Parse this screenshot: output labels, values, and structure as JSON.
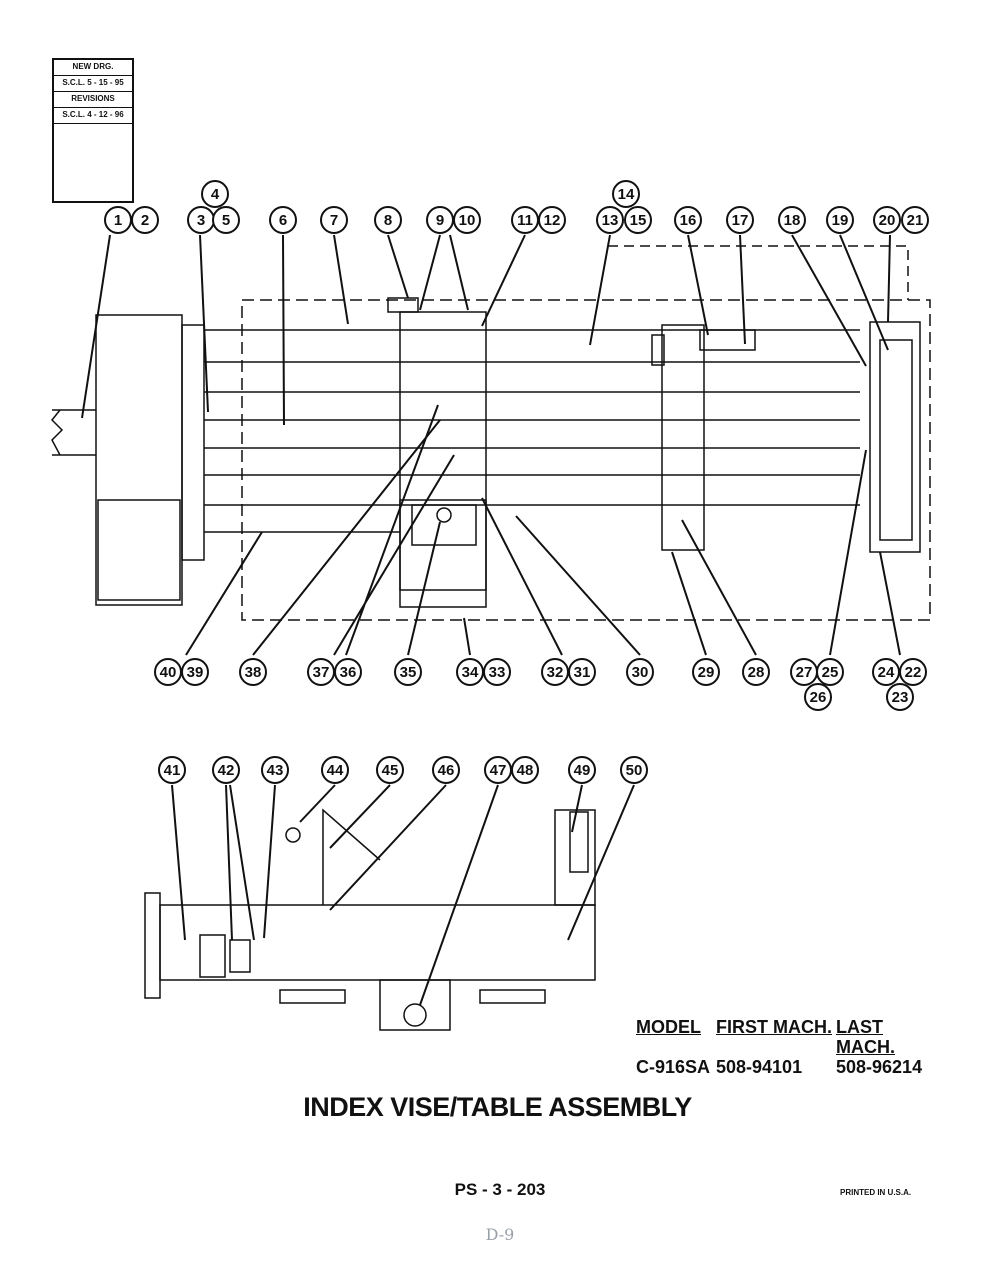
{
  "revision_block": {
    "line1": "NEW DRG.",
    "line2": "S.C.L. 5 - 15 - 95",
    "line3": "REVISIONS",
    "line4": "S.C.L. 4 - 12 - 96"
  },
  "callouts_top": [
    "1",
    "2",
    "3",
    "4",
    "5",
    "6",
    "7",
    "8",
    "9",
    "10",
    "11",
    "12",
    "13",
    "14",
    "15",
    "16",
    "17",
    "18",
    "19",
    "20",
    "21"
  ],
  "callouts_bottom": [
    "40",
    "39",
    "38",
    "37",
    "36",
    "35",
    "34",
    "33",
    "32",
    "31",
    "30",
    "29",
    "28",
    "27",
    "25",
    "26",
    "24",
    "22",
    "23"
  ],
  "callouts_lower_view": [
    "41",
    "42",
    "43",
    "44",
    "45",
    "46",
    "47",
    "48",
    "49",
    "50"
  ],
  "model_table": {
    "headers": [
      "MODEL",
      "FIRST MACH.",
      "LAST MACH."
    ],
    "row": [
      "C-916SA",
      "508-94101",
      "508-96214"
    ]
  },
  "title": "INDEX VISE/TABLE ASSEMBLY",
  "page_number": "PS - 3 - 203",
  "printed": "PRINTED IN U.S.A.",
  "footer_mark": "D-9"
}
